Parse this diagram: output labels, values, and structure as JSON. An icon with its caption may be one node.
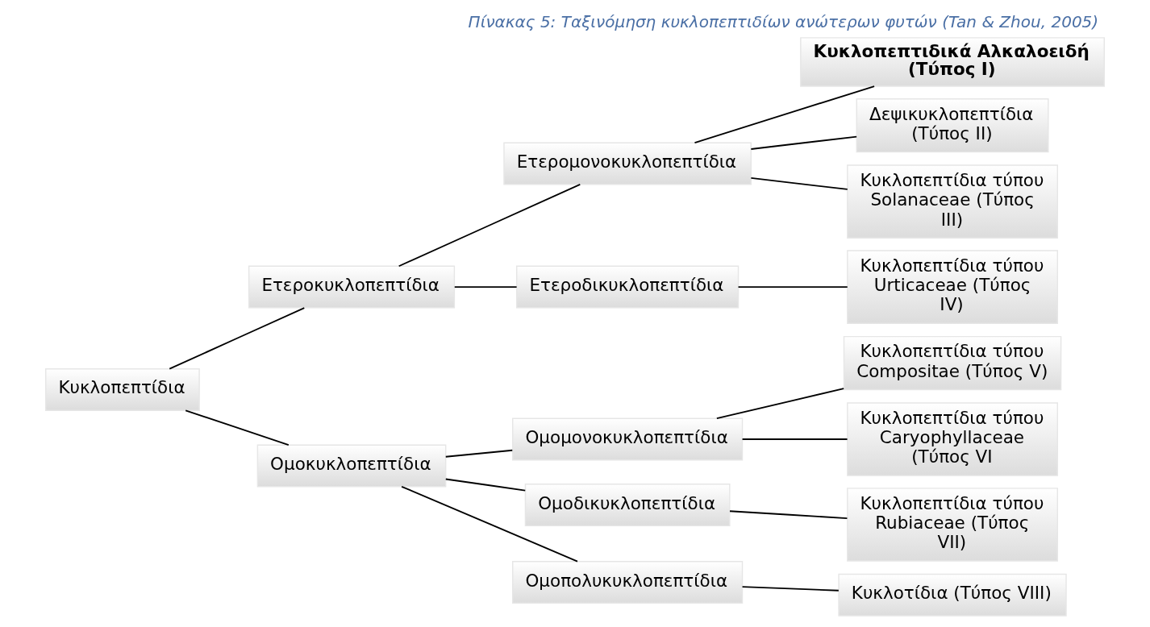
{
  "diagram": {
    "title": "Πίνακας 5: Ταξινόμηση κυκλοπεπτιδίων ανώτερων φυτών (Tan & Zhou, 2005)",
    "nodes": [
      {
        "text": [
          "Κυκλοπεπτίδια"
        ]
      },
      {
        "text": [
          "Ετεροκυκλοπεπτίδια"
        ]
      },
      {
        "text": [
          "Ομοκυκλοπεπτίδια"
        ]
      },
      {
        "text": [
          "Ετερομονοκυκλοπεπτίδια"
        ]
      },
      {
        "text": [
          "Ετεροδικυκλοπεπτίδια"
        ]
      },
      {
        "text": [
          "Ομομονοκυκλοπεπτίδια"
        ]
      },
      {
        "text": [
          "Ομοδικυκλοπεπτίδια"
        ]
      },
      {
        "text": [
          "Ομοπολυκυκλοπεπτίδια"
        ]
      },
      {
        "text": [
          "Κυκλοπεπτιδικά Αλκαλοειδή (Τύπος I)"
        ]
      },
      {
        "text": [
          "Δεψικυκλοπεπτίδια (Τύπος II)"
        ]
      },
      {
        "text": [
          "Κυκλοπεπτίδια τύπου Solanaceae (Τύπος III)"
        ]
      },
      {
        "text": [
          "Κυκλοπεπτίδια τύπου Urticaceae (Τύπος IV)"
        ]
      },
      {
        "text": [
          "Κυκλοπεπτίδια τύπου Compositae (Τύπος V)"
        ]
      },
      {
        "text": [
          "Κυκλοπεπτίδια τύπου Caryophyllaceae (Τύπος VI"
        ]
      },
      {
        "text": [
          "Κυκλοπεπτίδια τύπου Rubiaceae (Τύπος VII)"
        ]
      },
      {
        "text": [
          "Κυκλοτίδια (Τύπος VIII)"
        ]
      }
    ],
    "edges": [
      {
        "from": 0,
        "to": 1,
        "arrow": "none"
      },
      {
        "from": 0,
        "to": 2,
        "arrow": "none"
      },
      {
        "from": 1,
        "to": 3,
        "arrow": "none"
      },
      {
        "from": 1,
        "to": 4,
        "arrow": "none"
      },
      {
        "from": 2,
        "to": 5,
        "arrow": "none"
      },
      {
        "from": 2,
        "to": 6,
        "arrow": "none"
      },
      {
        "from": 2,
        "to": 7,
        "arrow": "none"
      },
      {
        "from": 3,
        "to": 8,
        "arrow": "none"
      },
      {
        "from": 3,
        "to": 9,
        "arrow": "none"
      },
      {
        "from": 3,
        "to": 10,
        "arrow": "none"
      },
      {
        "from": 4,
        "to": 11,
        "arrow": "none"
      },
      {
        "from": 5,
        "to": 12,
        "arrow": "none"
      },
      {
        "from": 5,
        "to": 13,
        "arrow": "none"
      },
      {
        "from": 6,
        "to": 14,
        "arrow": "none"
      },
      {
        "from": 7,
        "to": 15,
        "arrow": "none"
      }
    ]
  }
}
